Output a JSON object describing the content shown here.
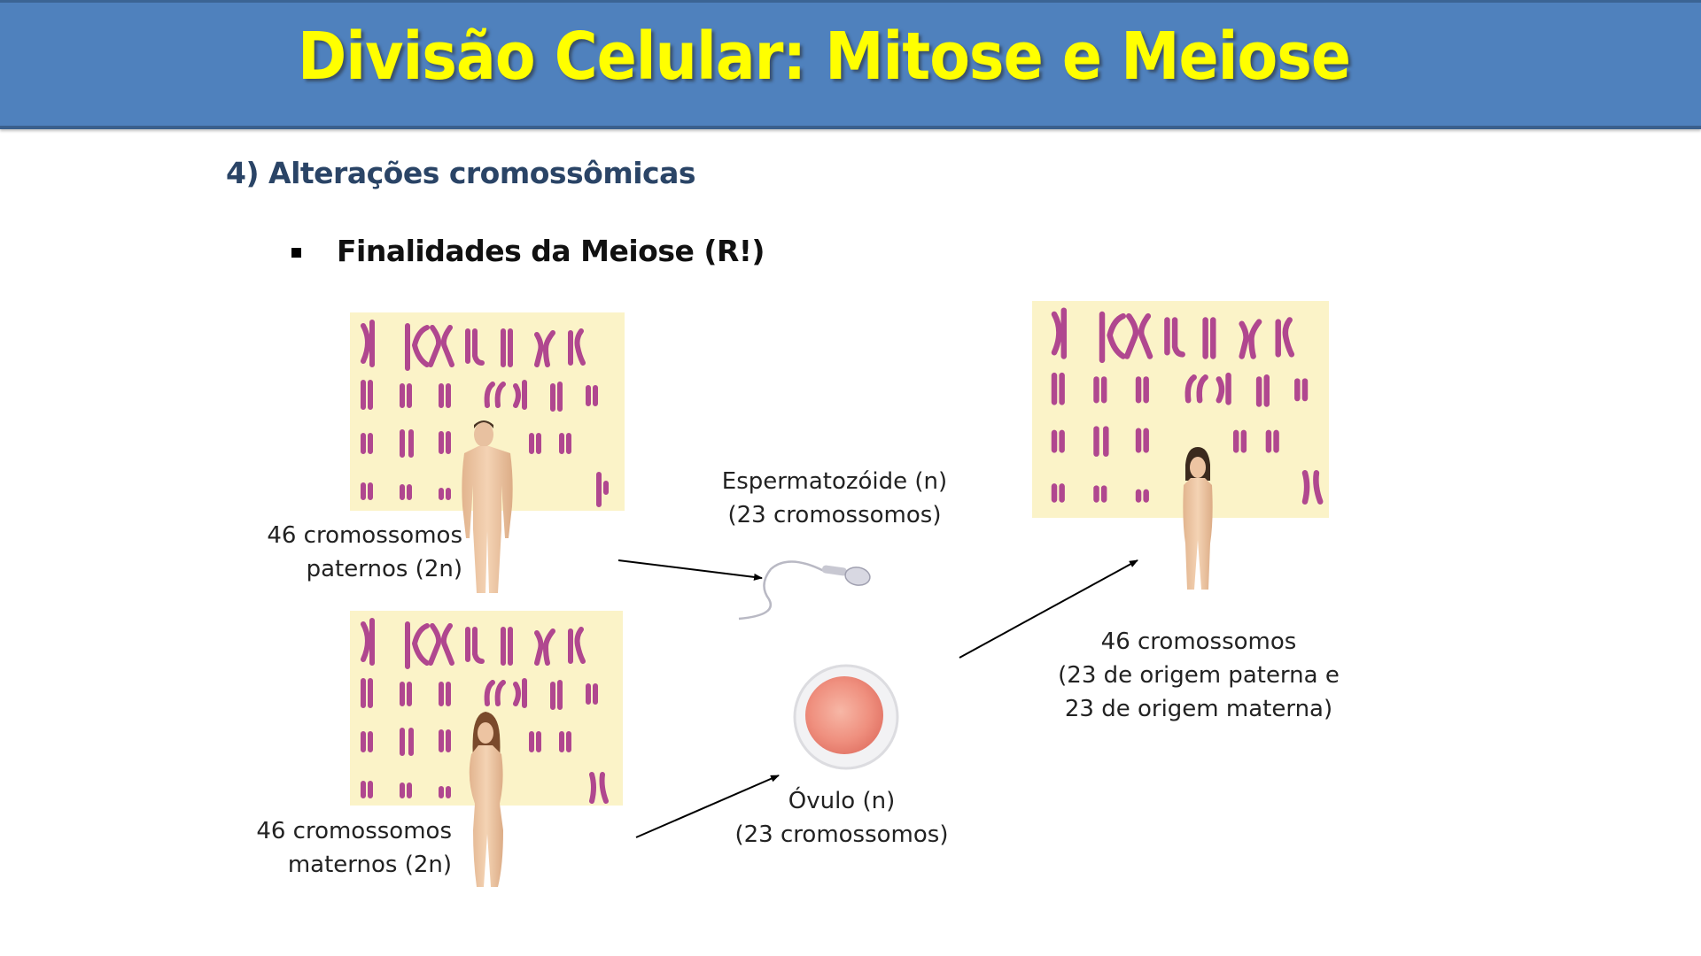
{
  "header": {
    "title": "Divisão Celular: Mitose e Meiose",
    "background_color": "#4F81BD",
    "title_color": "#FFFF00"
  },
  "section": {
    "heading": "4)  Alterações cromossômicas",
    "bullet": "Finalidades da Meiose (R!)"
  },
  "diagram": {
    "father": {
      "label_line1": "46 cromossomos",
      "label_line2": "paternos (2n)",
      "figure": "male-figure-icon"
    },
    "mother": {
      "label_line1": "46 cromossomos",
      "label_line2": "maternos (2n)",
      "figure": "female-figure-icon"
    },
    "sperm": {
      "label_line1": "Espermatozóide (n)",
      "label_line2": "(23 cromossomos)",
      "icon": "sperm-cell-icon"
    },
    "egg": {
      "label_line1": "Óvulo (n)",
      "label_line2": "(23 cromossomos)",
      "icon": "egg-cell-icon"
    },
    "child": {
      "label_line1": "46 cromossomos",
      "label_line2": "(23 de origem paterna e",
      "label_line3": "23 de origem materna)",
      "figure": "child-figure-icon"
    },
    "karyotype_bg_color": "#FBF3C8",
    "chromosome_color": "#B0478F",
    "arrow_color": "#000000"
  }
}
